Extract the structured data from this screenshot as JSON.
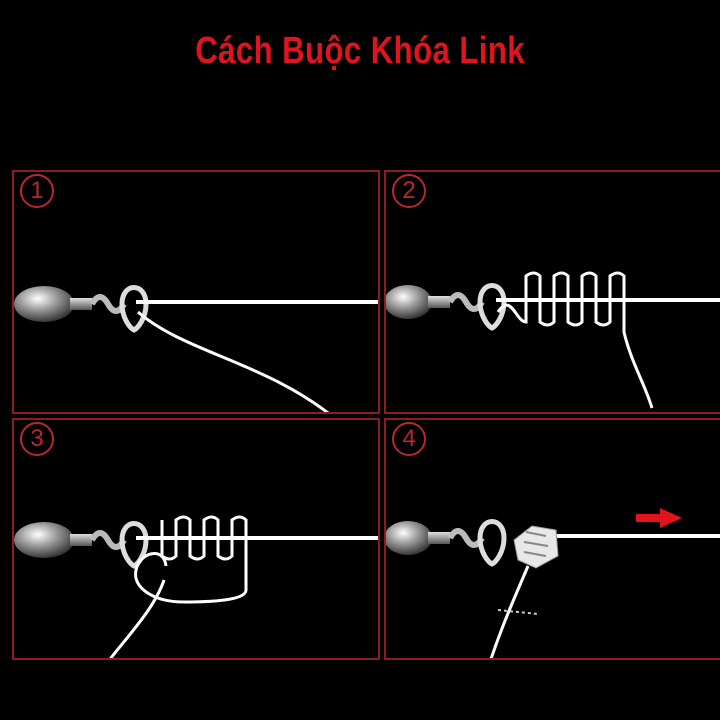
{
  "title": "Cách Buộc Khóa Link",
  "colors": {
    "accent": "#e0141e",
    "panel_border": "#8a1c22",
    "line": "#ffffff",
    "background": "#000000"
  },
  "steps": [
    {
      "number": "1"
    },
    {
      "number": "2"
    },
    {
      "number": "3"
    },
    {
      "number": "4"
    }
  ]
}
